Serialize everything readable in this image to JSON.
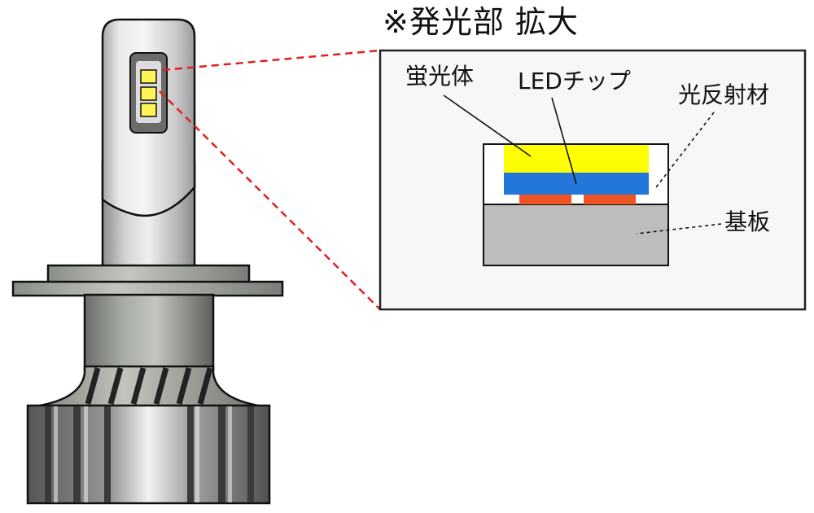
{
  "title": "※発光部 拡大",
  "labels": {
    "phosphor": "蛍光体",
    "led_chip": "LEDチップ",
    "reflector": "光反射材",
    "substrate": "基板"
  },
  "colors": {
    "phosphor": "#ffff00",
    "led_chip": "#2277d9",
    "led_emitter": "#ee5522",
    "substrate": "#bdbdbd",
    "reflector": "#ffffff",
    "leader_line": "#e02020",
    "bulb_body": "#d8d8d8",
    "led_yellow": "#fff455"
  },
  "icons": {
    "bulb": "h4-led-headlight-bulb-icon"
  }
}
